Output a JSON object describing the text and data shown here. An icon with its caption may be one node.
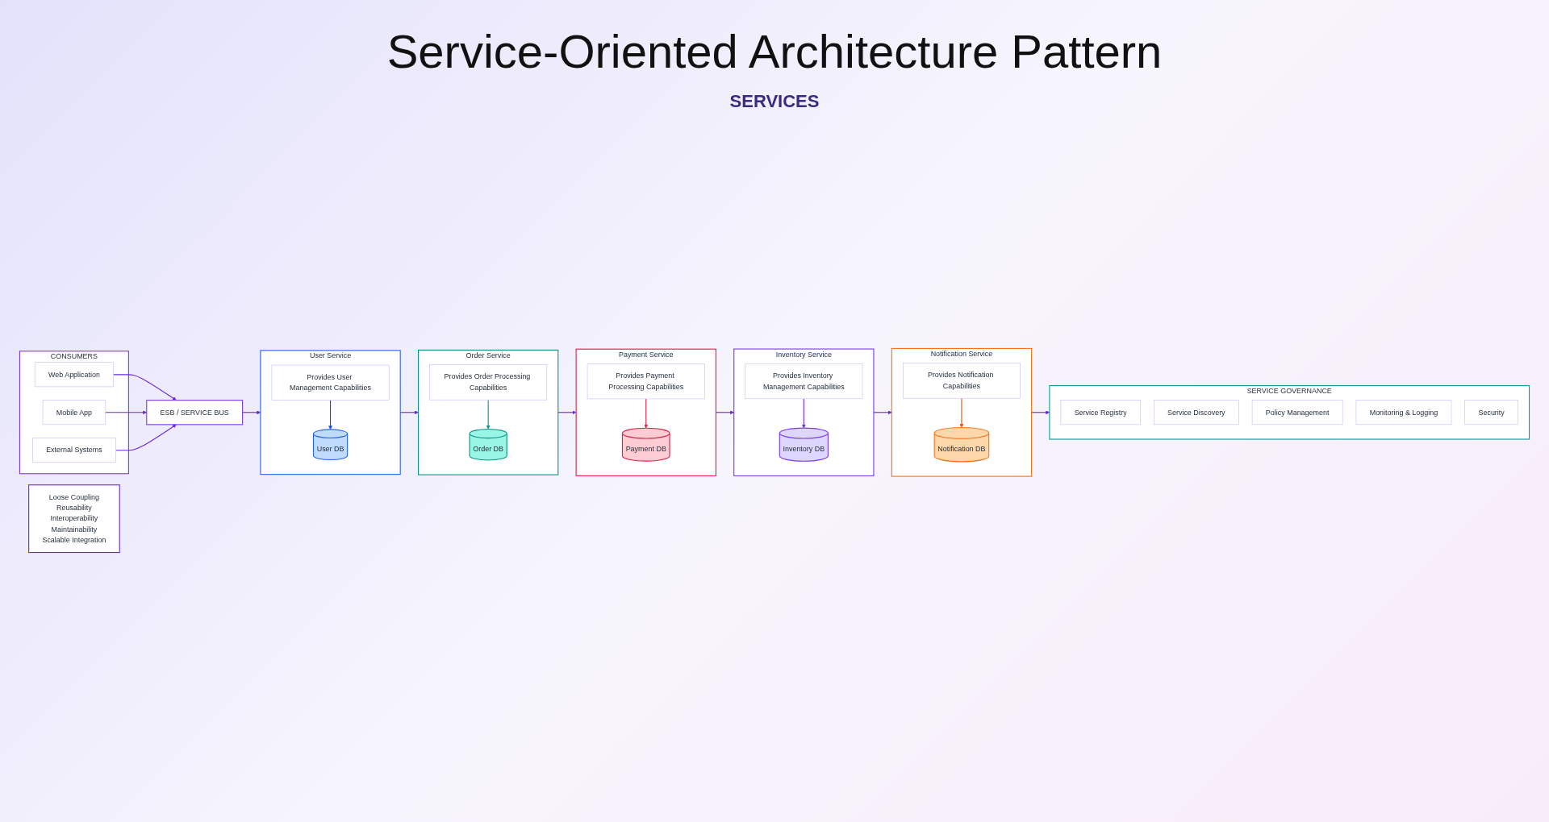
{
  "diagram": {
    "title": "Service-Oriented Architecture Pattern",
    "nodes": [
      {
        "text": [
          "CONSUMERS"
        ]
      },
      {
        "text": [
          "Web Application"
        ],
        "in": 0
      },
      {
        "text": [
          "Mobile App"
        ],
        "in": 0
      },
      {
        "text": [
          "External Systems"
        ],
        "in": 0
      },
      {
        "text": [
          "ESB / SERVICE BUS"
        ]
      },
      {
        "text": [
          "User Service"
        ]
      },
      {
        "text": [
          "Provides User Management Capabilities"
        ],
        "in": 5
      },
      {
        "text": [
          "User DB"
        ],
        "in": 5
      },
      {
        "text": [
          "Order Service"
        ]
      },
      {
        "text": [
          "Provides Order Processing Capabilities"
        ],
        "in": 8
      },
      {
        "text": [
          "Order DB"
        ],
        "in": 8
      },
      {
        "text": [
          "Payment Service"
        ]
      },
      {
        "text": [
          "Provides Payment Processing Capabilities"
        ],
        "in": 11
      },
      {
        "text": [
          "Payment DB"
        ],
        "in": 11
      },
      {
        "text": [
          "Inventory Service"
        ]
      },
      {
        "text": [
          "Provides Inventory Management Capabilities"
        ],
        "in": 14
      },
      {
        "text": [
          "Inventory DB"
        ],
        "in": 14
      },
      {
        "text": [
          "Notification Service"
        ]
      },
      {
        "text": [
          "Provides Notification Capabilities"
        ],
        "in": 17
      },
      {
        "text": [
          "Notification DB"
        ],
        "in": 17
      },
      {
        "text": [
          "SERVICE GOVERNANCE"
        ]
      },
      {
        "text": [
          "Service Registry"
        ],
        "in": 20
      },
      {
        "text": [
          "Service Discovery"
        ],
        "in": 20
      },
      {
        "text": [
          "Policy Management"
        ],
        "in": 20
      },
      {
        "text": [
          "Monitoring & Logging"
        ],
        "in": 20
      },
      {
        "text": [
          "Security"
        ],
        "in": 20
      },
      {
        "text": [
          "Loose Coupling",
          "Reusability",
          "Interoperability",
          "Maintainability",
          "Scalable Integration"
        ]
      }
    ],
    "edges": [
      {
        "from": 1,
        "to": 4,
        "arrow": "to"
      },
      {
        "from": 2,
        "to": 4,
        "arrow": "to"
      },
      {
        "from": 3,
        "to": 4,
        "arrow": "to"
      },
      {
        "from": 4,
        "to": 5,
        "arrow": "to"
      },
      {
        "from": 5,
        "to": 8,
        "arrow": "to"
      },
      {
        "from": 8,
        "to": 11,
        "arrow": "to"
      },
      {
        "from": 11,
        "to": 14,
        "arrow": "to"
      },
      {
        "from": 14,
        "to": 17,
        "arrow": "to"
      },
      {
        "from": 17,
        "to": 20,
        "arrow": "to"
      },
      {
        "from": 6,
        "to": 7,
        "arrow": "to",
        "color": "#1d4ed8"
      },
      {
        "from": 9,
        "to": 10,
        "arrow": "to",
        "color": "#0d9488"
      },
      {
        "from": 12,
        "to": 13,
        "arrow": "to",
        "color": "#e11d48"
      },
      {
        "from": 15,
        "to": 16,
        "arrow": "to",
        "color": "#6d28d9"
      },
      {
        "from": 18,
        "to": 19,
        "arrow": "to",
        "color": "#ea580c"
      }
    ],
    "labels": [
      "SERVICES"
    ]
  }
}
